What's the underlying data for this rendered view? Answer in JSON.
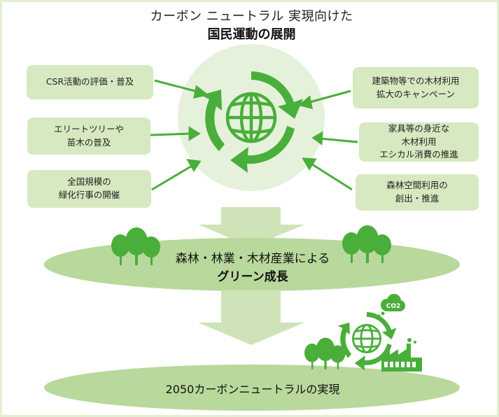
{
  "title": {
    "line1": "カーボン ニュートラル 実現向けた",
    "line2": "国民運動の展開"
  },
  "left_items": [
    {
      "label": "CSR活動の評価・普及"
    },
    {
      "label": "エリートツリーや\n苗木の普及"
    },
    {
      "label": "全国規模の\n緑化行事の開催"
    }
  ],
  "right_items": [
    {
      "label": "建築物等での木材利用\n拡大のキャンペーン"
    },
    {
      "label": "家具等の身近な\n木材利用\nエシカル消費の推進"
    },
    {
      "label": "森林空間利用の\n創出・推進"
    }
  ],
  "growth": {
    "line1": "森林・林業・木材産業による",
    "line2": "グリーン成長"
  },
  "goal": {
    "label": "2050カーボンニュートラルの実現"
  },
  "co2_label": "CO2",
  "icons": [
    "recycle-globe-icon",
    "tree-icon",
    "factory-icon",
    "co2-cloud-icon"
  ],
  "colors": {
    "accent": "#4aae3b",
    "box": "#d7e9c0",
    "ellipse": "#b9d89c",
    "circle": "#e6f1dc",
    "arrow": "#cfe3b8",
    "border": "#e2efd2"
  }
}
